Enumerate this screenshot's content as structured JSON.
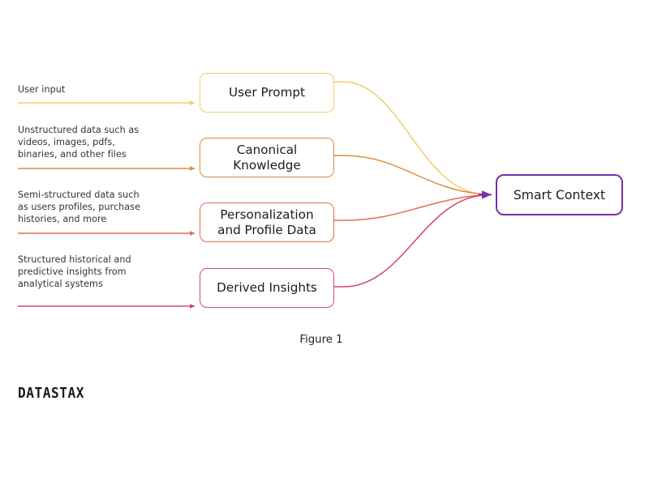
{
  "figure": {
    "caption": "Figure 1",
    "background_color": "#ffffff"
  },
  "brand": {
    "name": "DATASTAX",
    "color": "#1a1a1a"
  },
  "destination": {
    "label": "Smart Context",
    "border_color": "#7b2fa8",
    "text_color": "#1c1c1c",
    "arrow_color": "#7b2fa8"
  },
  "flows": [
    {
      "id": "user-prompt",
      "description": "User input",
      "node_label": "User Prompt",
      "color": "#efcf60"
    },
    {
      "id": "canonical-knowledge",
      "description": "Unstructured data such as\nvideos, images, pdfs,\nbinaries, and other files",
      "node_label": "Canonical\nKnowledge",
      "color": "#e08a40"
    },
    {
      "id": "personalization-profile-data",
      "description": "Semi-structured data such\nas users profiles, purchase\nhistories, and more",
      "node_label": "Personalization\nand Profile Data",
      "color": "#de6e55"
    },
    {
      "id": "derived-insights",
      "description": "Structured historical and\npredictive insights from\nanalytical systems",
      "node_label": "Derived Insights",
      "color": "#d24a63"
    }
  ]
}
